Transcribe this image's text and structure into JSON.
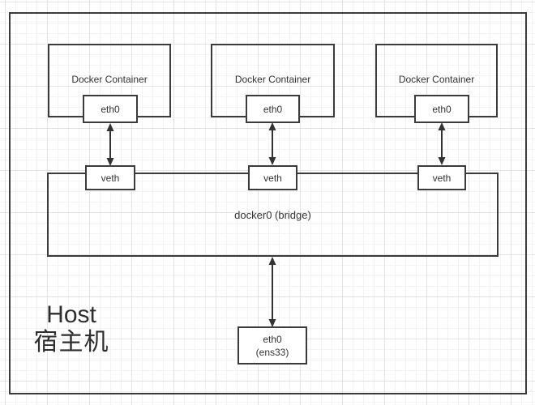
{
  "diagram": {
    "host": {
      "title_en": "Host",
      "title_zh": "宿主机"
    },
    "containers": [
      {
        "label": "Docker Container",
        "interface": "eth0",
        "veth": "veth"
      },
      {
        "label": "Docker Container",
        "interface": "eth0",
        "veth": "veth"
      },
      {
        "label": "Docker Container",
        "interface": "eth0",
        "veth": "veth"
      }
    ],
    "bridge": {
      "label": "docker0 (bridge)"
    },
    "host_interface": {
      "name": "eth0",
      "device": "(ens33)"
    }
  },
  "colors": {
    "background": "#ffffff",
    "grid_minor": "#f3f3f3",
    "grid_major": "#e4e4e4",
    "shape_border": "#3b3b3b",
    "text": "#333333"
  }
}
